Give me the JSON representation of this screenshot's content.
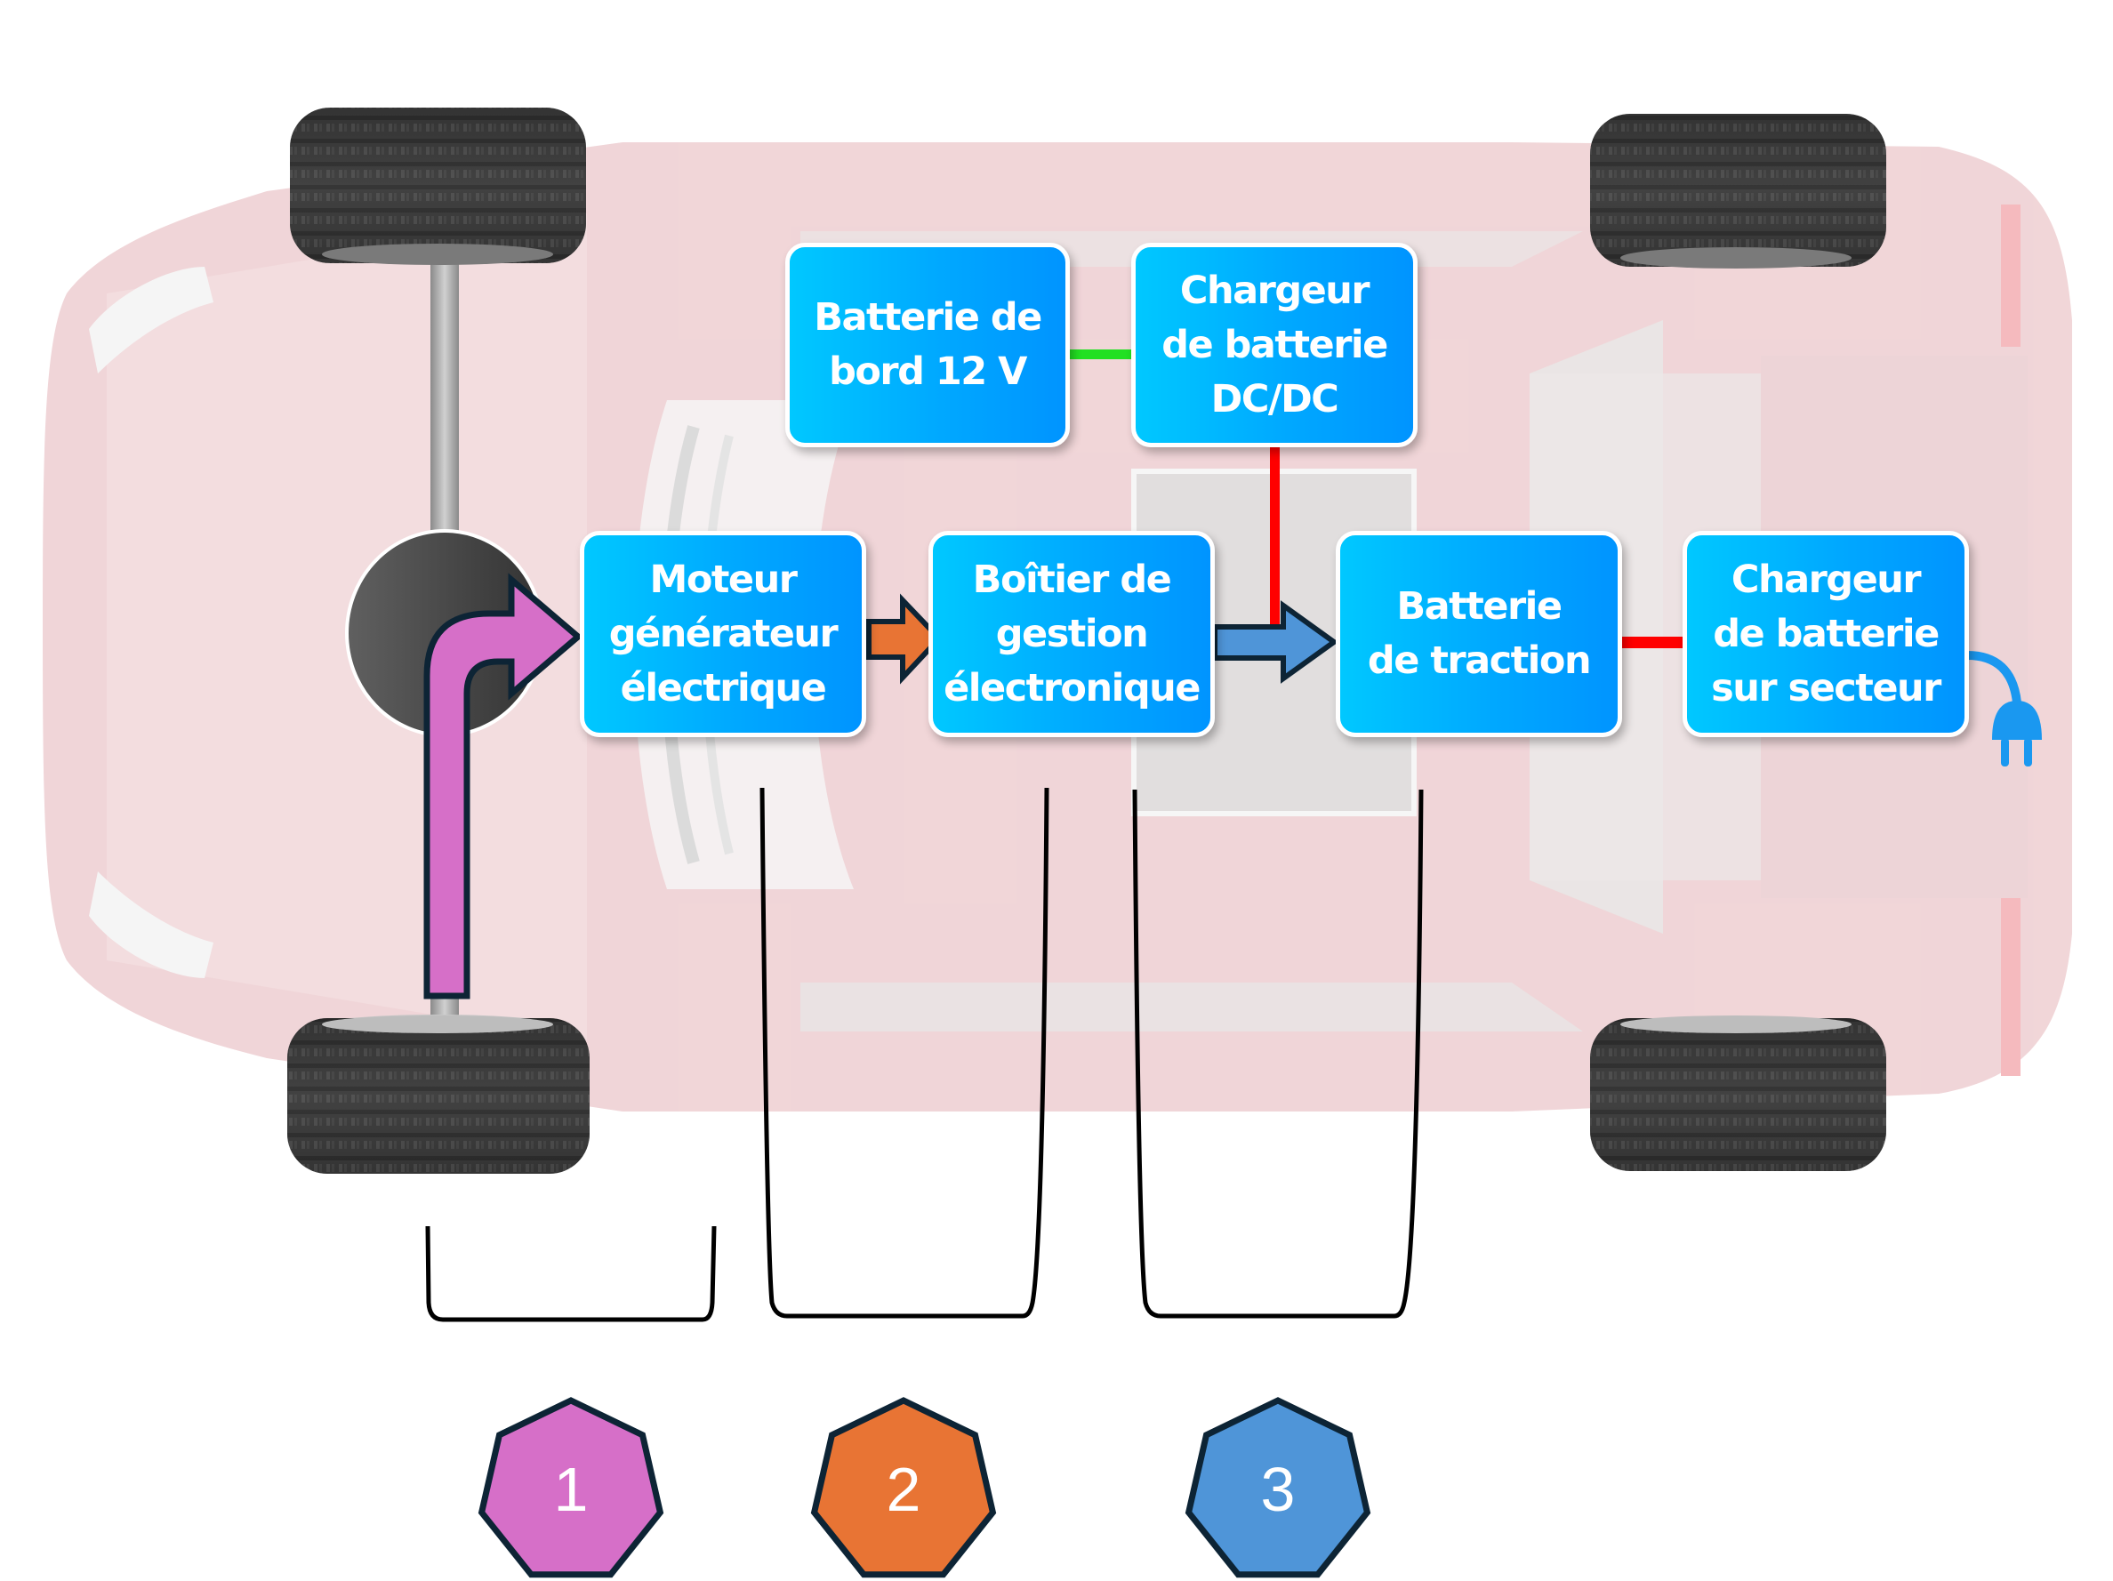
{
  "diagram": {
    "title": "Chaîne de transmission d'un véhicule électrique",
    "components": [
      {
        "id": "batterie-bord",
        "label": "Batterie de\nbord 12 V"
      },
      {
        "id": "chargeur-dcdc",
        "label": "Chargeur\nde batterie\nDC/DC"
      },
      {
        "id": "moteur",
        "label": "Moteur\ngénérateur\nélectrique"
      },
      {
        "id": "boitier",
        "label": "Boîtier de\ngestion\nélectronique"
      },
      {
        "id": "batterie-traction",
        "label": "Batterie\nde traction"
      },
      {
        "id": "chargeur-secteur",
        "label": "Chargeur\nde batterie\nsur secteur"
      }
    ],
    "connections": [
      {
        "from": "batterie-bord",
        "to": "chargeur-dcdc",
        "color": "#22e022",
        "type": "line"
      },
      {
        "from": "chargeur-dcdc",
        "to": "batterie-traction",
        "color": "#ff0000",
        "type": "line"
      },
      {
        "from": "batterie-traction",
        "to": "chargeur-secteur",
        "color": "#ff0000",
        "type": "line"
      },
      {
        "from": "roues",
        "to": "moteur",
        "color": "#d66fc8",
        "type": "arrow",
        "label_ref": "1"
      },
      {
        "from": "moteur",
        "to": "boitier",
        "color": "#e87434",
        "type": "arrow",
        "label_ref": "2"
      },
      {
        "from": "boitier",
        "to": "batterie-traction",
        "color": "#4f95d8",
        "type": "arrow",
        "label_ref": "3"
      }
    ],
    "markers": [
      {
        "number": "1",
        "color": "#d66fc8"
      },
      {
        "number": "2",
        "color": "#e87434"
      },
      {
        "number": "3",
        "color": "#4f95d8"
      }
    ],
    "colors": {
      "box_gradient_start": "#00c8ff",
      "box_gradient_end": "#0094ff",
      "car_body": "#efd3d6",
      "outline_dark": "#0d2435",
      "plug": "#1a98f0"
    },
    "icons": {
      "plug": "power-plug-icon",
      "motor": "motor-disk",
      "wheel": "tire"
    }
  }
}
